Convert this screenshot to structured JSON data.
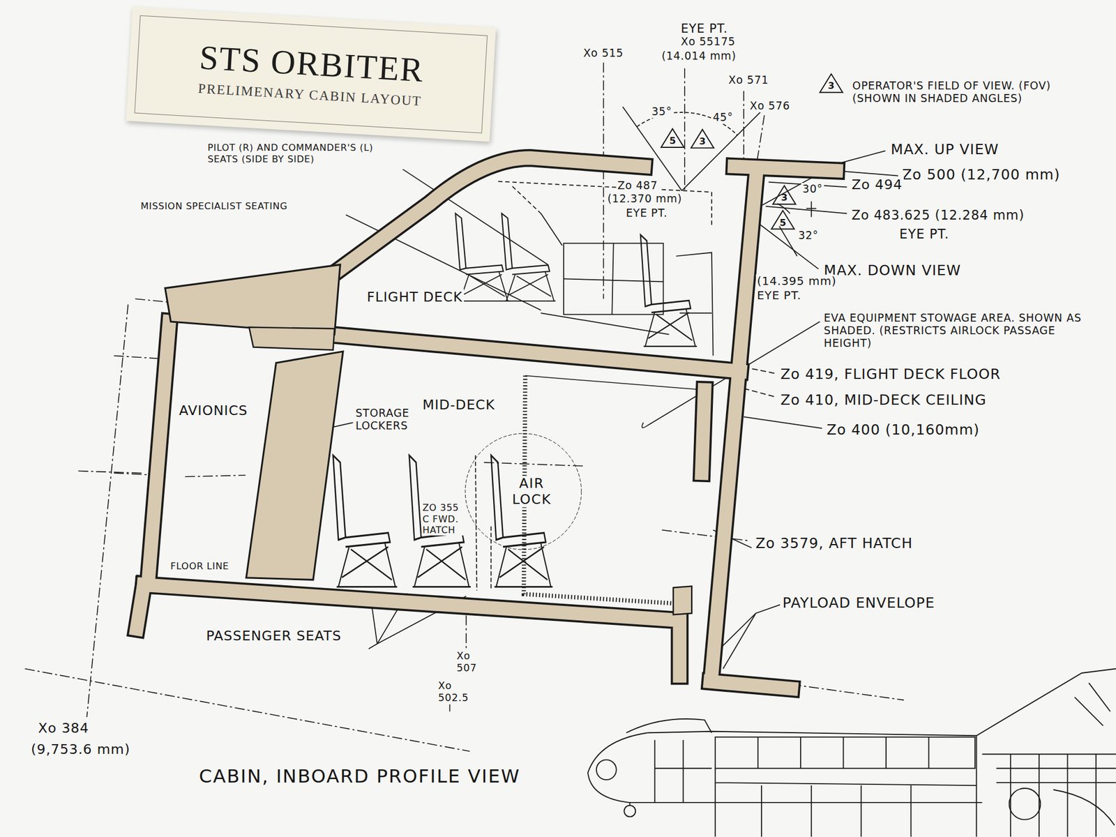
{
  "diagram": {
    "caption": "CABIN, INBOARD PROFILE VIEW",
    "nodes": [
      {
        "text": [
          "STS ORBITER",
          "PRELIMENARY CABIN LAYOUT"
        ]
      },
      {
        "text": [
          "AIR LOCK"
        ]
      }
    ],
    "labels": [
      "Xo 515",
      "EYE PT.",
      "Xo 55175",
      "(14.014 mm)",
      "Xo 571",
      "Xo 576",
      "3",
      "OPERATOR'S FIELD OF VIEW. (FOV) (SHOWN IN SHADED ANGLES)",
      "35°",
      "45°",
      "5",
      "3",
      "PILOT (R) AND COMMANDER'S (L) SEATS (SIDE BY SIDE)",
      "MISSION SPECIALIST SEATING",
      "Zo 487",
      "(12.370 mm)",
      "EYE PT.",
      "MAX. UP VIEW",
      "Zo 500 (12,700 mm)",
      "Zo 494",
      "3",
      "30°",
      "Zo 483.625 (12.284 mm)",
      "EYE PT.",
      "5",
      "32°",
      "MAX. DOWN VIEW",
      "(14.395 mm)",
      "EYE PT.",
      "FLIGHT DECK",
      "EVA EQUIPMENT STOWAGE AREA. SHOWN AS SHADED. (RESTRICTS AIRLOCK PASSAGE HEIGHT)",
      "Zo 419, FLIGHT DECK FLOOR",
      "Zo 410, MID-DECK CEILING",
      "Zo 400 (10,160mm)",
      "AVIONICS",
      "STORAGE LOCKERS",
      "MID-DECK",
      "ZO 355 C FWD. HATCH",
      "FLOOR LINE",
      "Zo 3579, AFT HATCH",
      "PAYLOAD ENVELOPE",
      "PASSENGER SEATS",
      "Xo 507",
      "Xo 502.5",
      "Xo 384",
      "(9,753.6 mm)"
    ]
  }
}
